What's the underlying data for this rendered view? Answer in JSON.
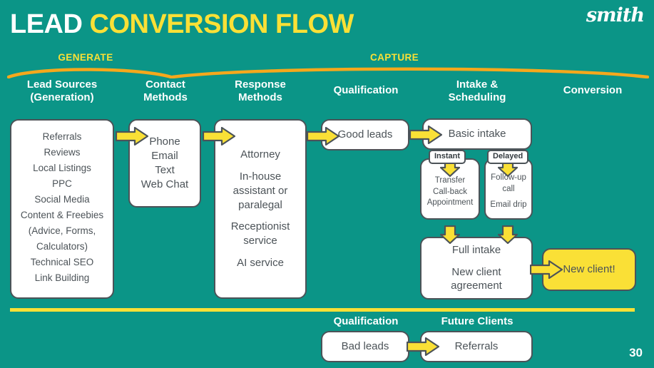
{
  "header": {
    "title_white": "LEAD",
    "title_yellow": "CONVERSION FLOW",
    "logo": "smith",
    "phases": [
      {
        "label": "GENERATE"
      },
      {
        "label": "CAPTURE"
      }
    ]
  },
  "columns": [
    {
      "name": "lead-sources",
      "header_line1": "Lead Sources",
      "header_line2": "(Generation)"
    },
    {
      "name": "contact-methods",
      "header_line1": "Contact",
      "header_line2": "Methods"
    },
    {
      "name": "response-methods",
      "header_line1": "Response",
      "header_line2": "Methods"
    },
    {
      "name": "qualification",
      "header_line1": "Qualification",
      "header_line2": ""
    },
    {
      "name": "intake-scheduling",
      "header_line1": "Intake &",
      "header_line2": "Scheduling"
    },
    {
      "name": "conversion",
      "header_line1": "Conversion",
      "header_line2": ""
    }
  ],
  "boxes": {
    "lead_sources": [
      "Referrals",
      "Reviews",
      "Local Listings",
      "PPC",
      "Social Media",
      "Content & Freebies",
      "(Advice, Forms,",
      "Calculators)",
      "Technical SEO",
      "Link Building"
    ],
    "contact_methods": [
      "Phone",
      "Email",
      "Text",
      "Web Chat"
    ],
    "response_methods": {
      "g1": [
        "Attorney"
      ],
      "g2": [
        "In-house",
        "assistant or",
        "paralegal"
      ],
      "g3": [
        "Receptionist",
        "service"
      ],
      "g4": [
        "AI service"
      ]
    },
    "good_leads": "Good leads",
    "basic_intake": "Basic intake",
    "instant_tag": "Instant",
    "delayed_tag": "Delayed",
    "instant_branch": [
      "Transfer",
      "Call-back",
      "Appointment"
    ],
    "delayed_branch_a": [
      "Follow-up",
      "call"
    ],
    "delayed_branch_b": [
      "Email drip"
    ],
    "full_intake": {
      "g1": [
        "Full intake"
      ],
      "g2": [
        "New client",
        "agreement"
      ]
    },
    "new_client": "New client!"
  },
  "bottom": {
    "qualification_header": "Qualification",
    "future_clients_header": "Future Clients",
    "bad_leads": "Bad leads",
    "referrals": "Referrals"
  },
  "page_number": "30",
  "colors": {
    "background": "#0b9587",
    "accent_yellow": "#fae036",
    "bracket_orange": "#f5a81c",
    "box_border": "#4c5358",
    "box_fill": "#ffffff",
    "text": "#4c5358"
  }
}
